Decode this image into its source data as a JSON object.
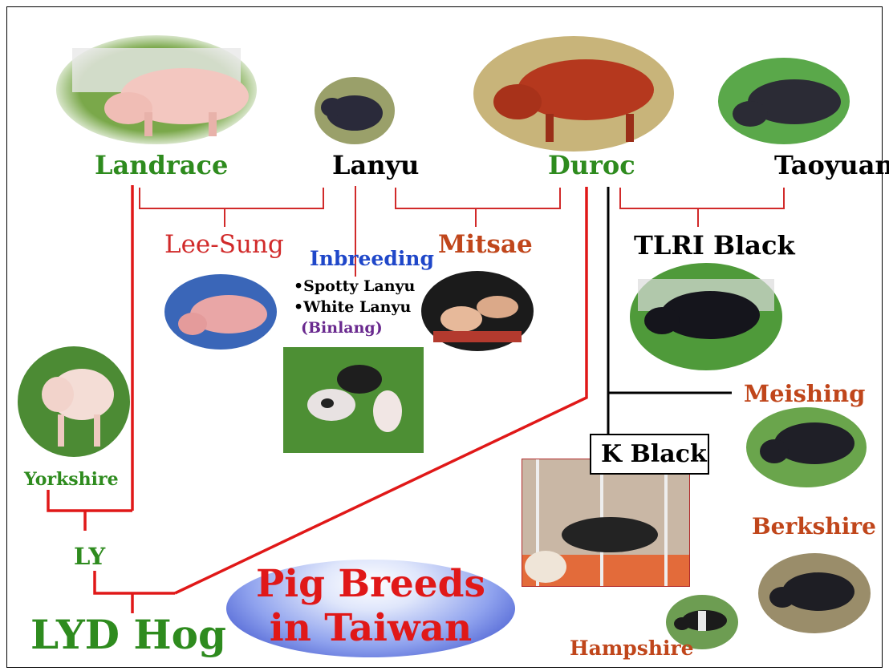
{
  "title": {
    "line1": "Pig Breeds",
    "line2": "in Taiwan"
  },
  "breeds": {
    "landrace": "Landrace",
    "lanyu": "Lanyu",
    "duroc": "Duroc",
    "taoyuan": "Taoyuan",
    "lee_sung": "Lee-Sung",
    "mitsae": "Mitsae",
    "tlri_black": "TLRI Black",
    "meishing": "Meishing",
    "k_black": "K Black",
    "berkshire": "Berkshire",
    "hampshire": "Hampshire",
    "yorkshire": "Yorkshire",
    "ly": "LY",
    "lyd_hog": "LYD Hog"
  },
  "inbreeding": {
    "heading": "Inbreeding",
    "items": [
      "•Spotty Lanyu",
      "•White Lanyu"
    ],
    "note": "(Binlang)"
  },
  "colors": {
    "green_label": "#2e8b1e",
    "orange_label": "#c0461b",
    "red_line": "#e01818",
    "blue_label": "#1f47c9",
    "purple_label": "#6a2a8f"
  }
}
